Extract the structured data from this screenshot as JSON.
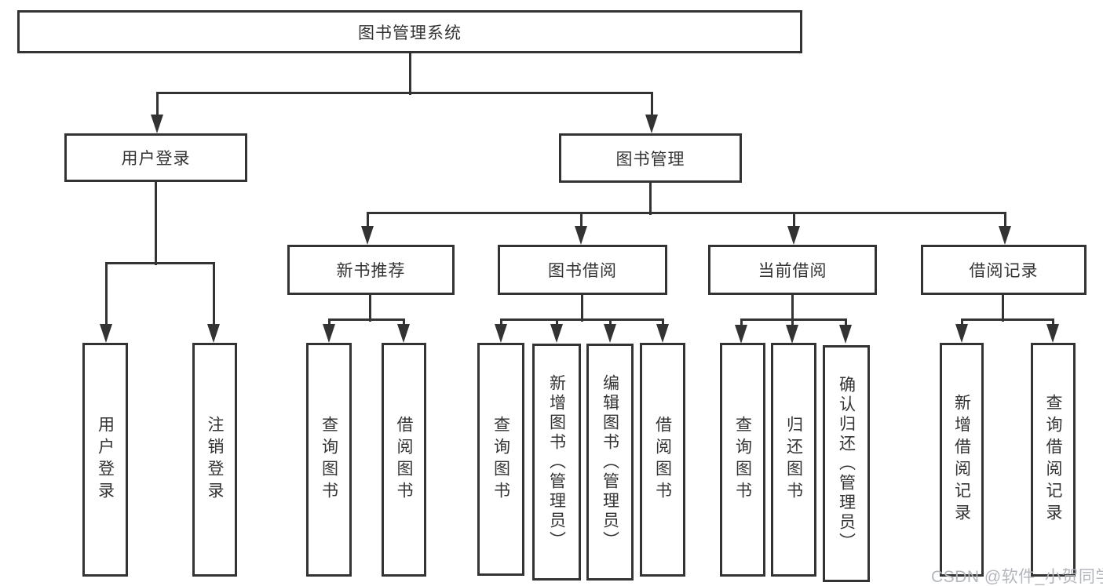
{
  "diagram": {
    "title": "图书管理系统",
    "line_color": "#333333",
    "text_color": "#333333",
    "background": "#ffffff"
  },
  "tree": {
    "root": {
      "label": "图书管理系统"
    },
    "level2": [
      {
        "label": "用户登录"
      },
      {
        "label": "图书管理"
      }
    ],
    "level3": [
      {
        "label": "新书推荐"
      },
      {
        "label": "图书借阅"
      },
      {
        "label": "当前借阅"
      },
      {
        "label": "借阅记录"
      }
    ],
    "leaves": {
      "user_login": [
        {
          "label": "用户登录"
        },
        {
          "label": "注销登录"
        }
      ],
      "new_book": [
        {
          "label": "查询图书"
        },
        {
          "label": "借阅图书"
        }
      ],
      "book_borrow": [
        {
          "label": "查询图书"
        },
        {
          "label": "新增图书（管理员）"
        },
        {
          "label": "编辑图书（管理员）"
        },
        {
          "label": "借阅图书"
        }
      ],
      "current_borrow": [
        {
          "label": "查询图书"
        },
        {
          "label": "归还图书"
        },
        {
          "label": "确认归还（管理员）"
        }
      ],
      "borrow_record": [
        {
          "label": "新增借阅记录"
        },
        {
          "label": "查询借阅记录"
        }
      ]
    }
  },
  "watermark": {
    "text": "CSDN @软件_小贺同学",
    "color": "#b3b7bd"
  }
}
